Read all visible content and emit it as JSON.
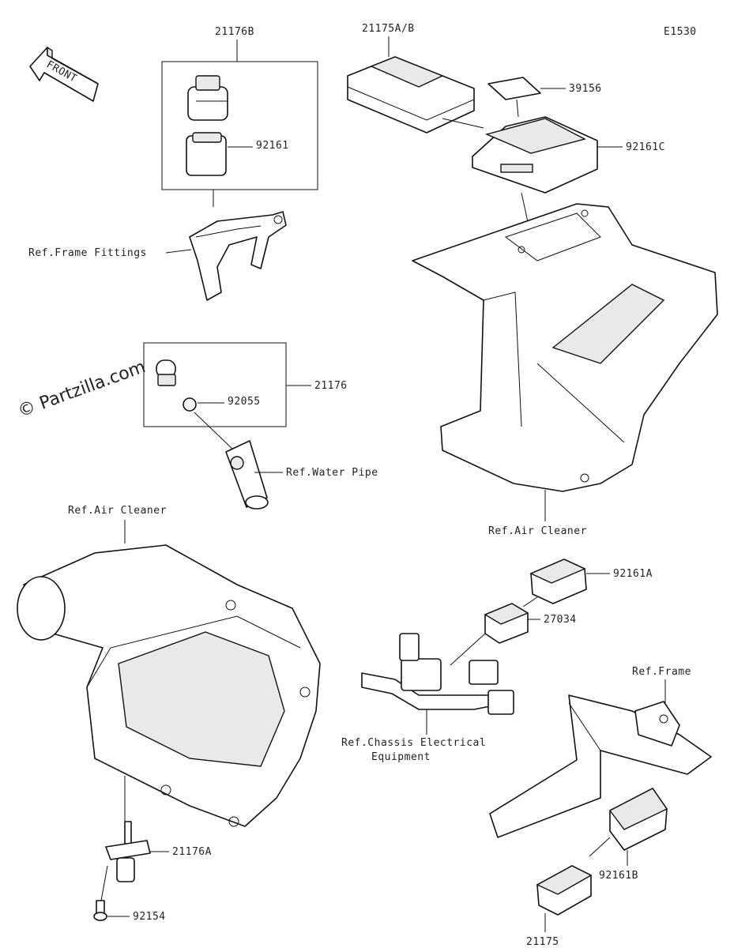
{
  "diagram_code": "E1530",
  "watermark": "© Partzilla.com",
  "front_arrow_label": "FRONT",
  "labels": {
    "p21176B": "21176B",
    "p21175AB": "21175A/B",
    "p39156": "39156",
    "p92161": "92161",
    "p92161C": "92161C",
    "ref_frame_fittings": "Ref.Frame Fittings",
    "p21176": "21176",
    "p92055": "92055",
    "ref_water_pipe": "Ref.Water Pipe",
    "ref_air_cleaner_left": "Ref.Air Cleaner",
    "ref_air_cleaner_right": "Ref.Air Cleaner",
    "p92161A": "92161A",
    "p27034": "27034",
    "ref_frame": "Ref.Frame",
    "ref_chassis_line1": "Ref.Chassis Electrical",
    "ref_chassis_line2": "Equipment",
    "p21176A": "21176A",
    "p92154": "92154",
    "p92161B": "92161B",
    "p21175": "21175"
  }
}
